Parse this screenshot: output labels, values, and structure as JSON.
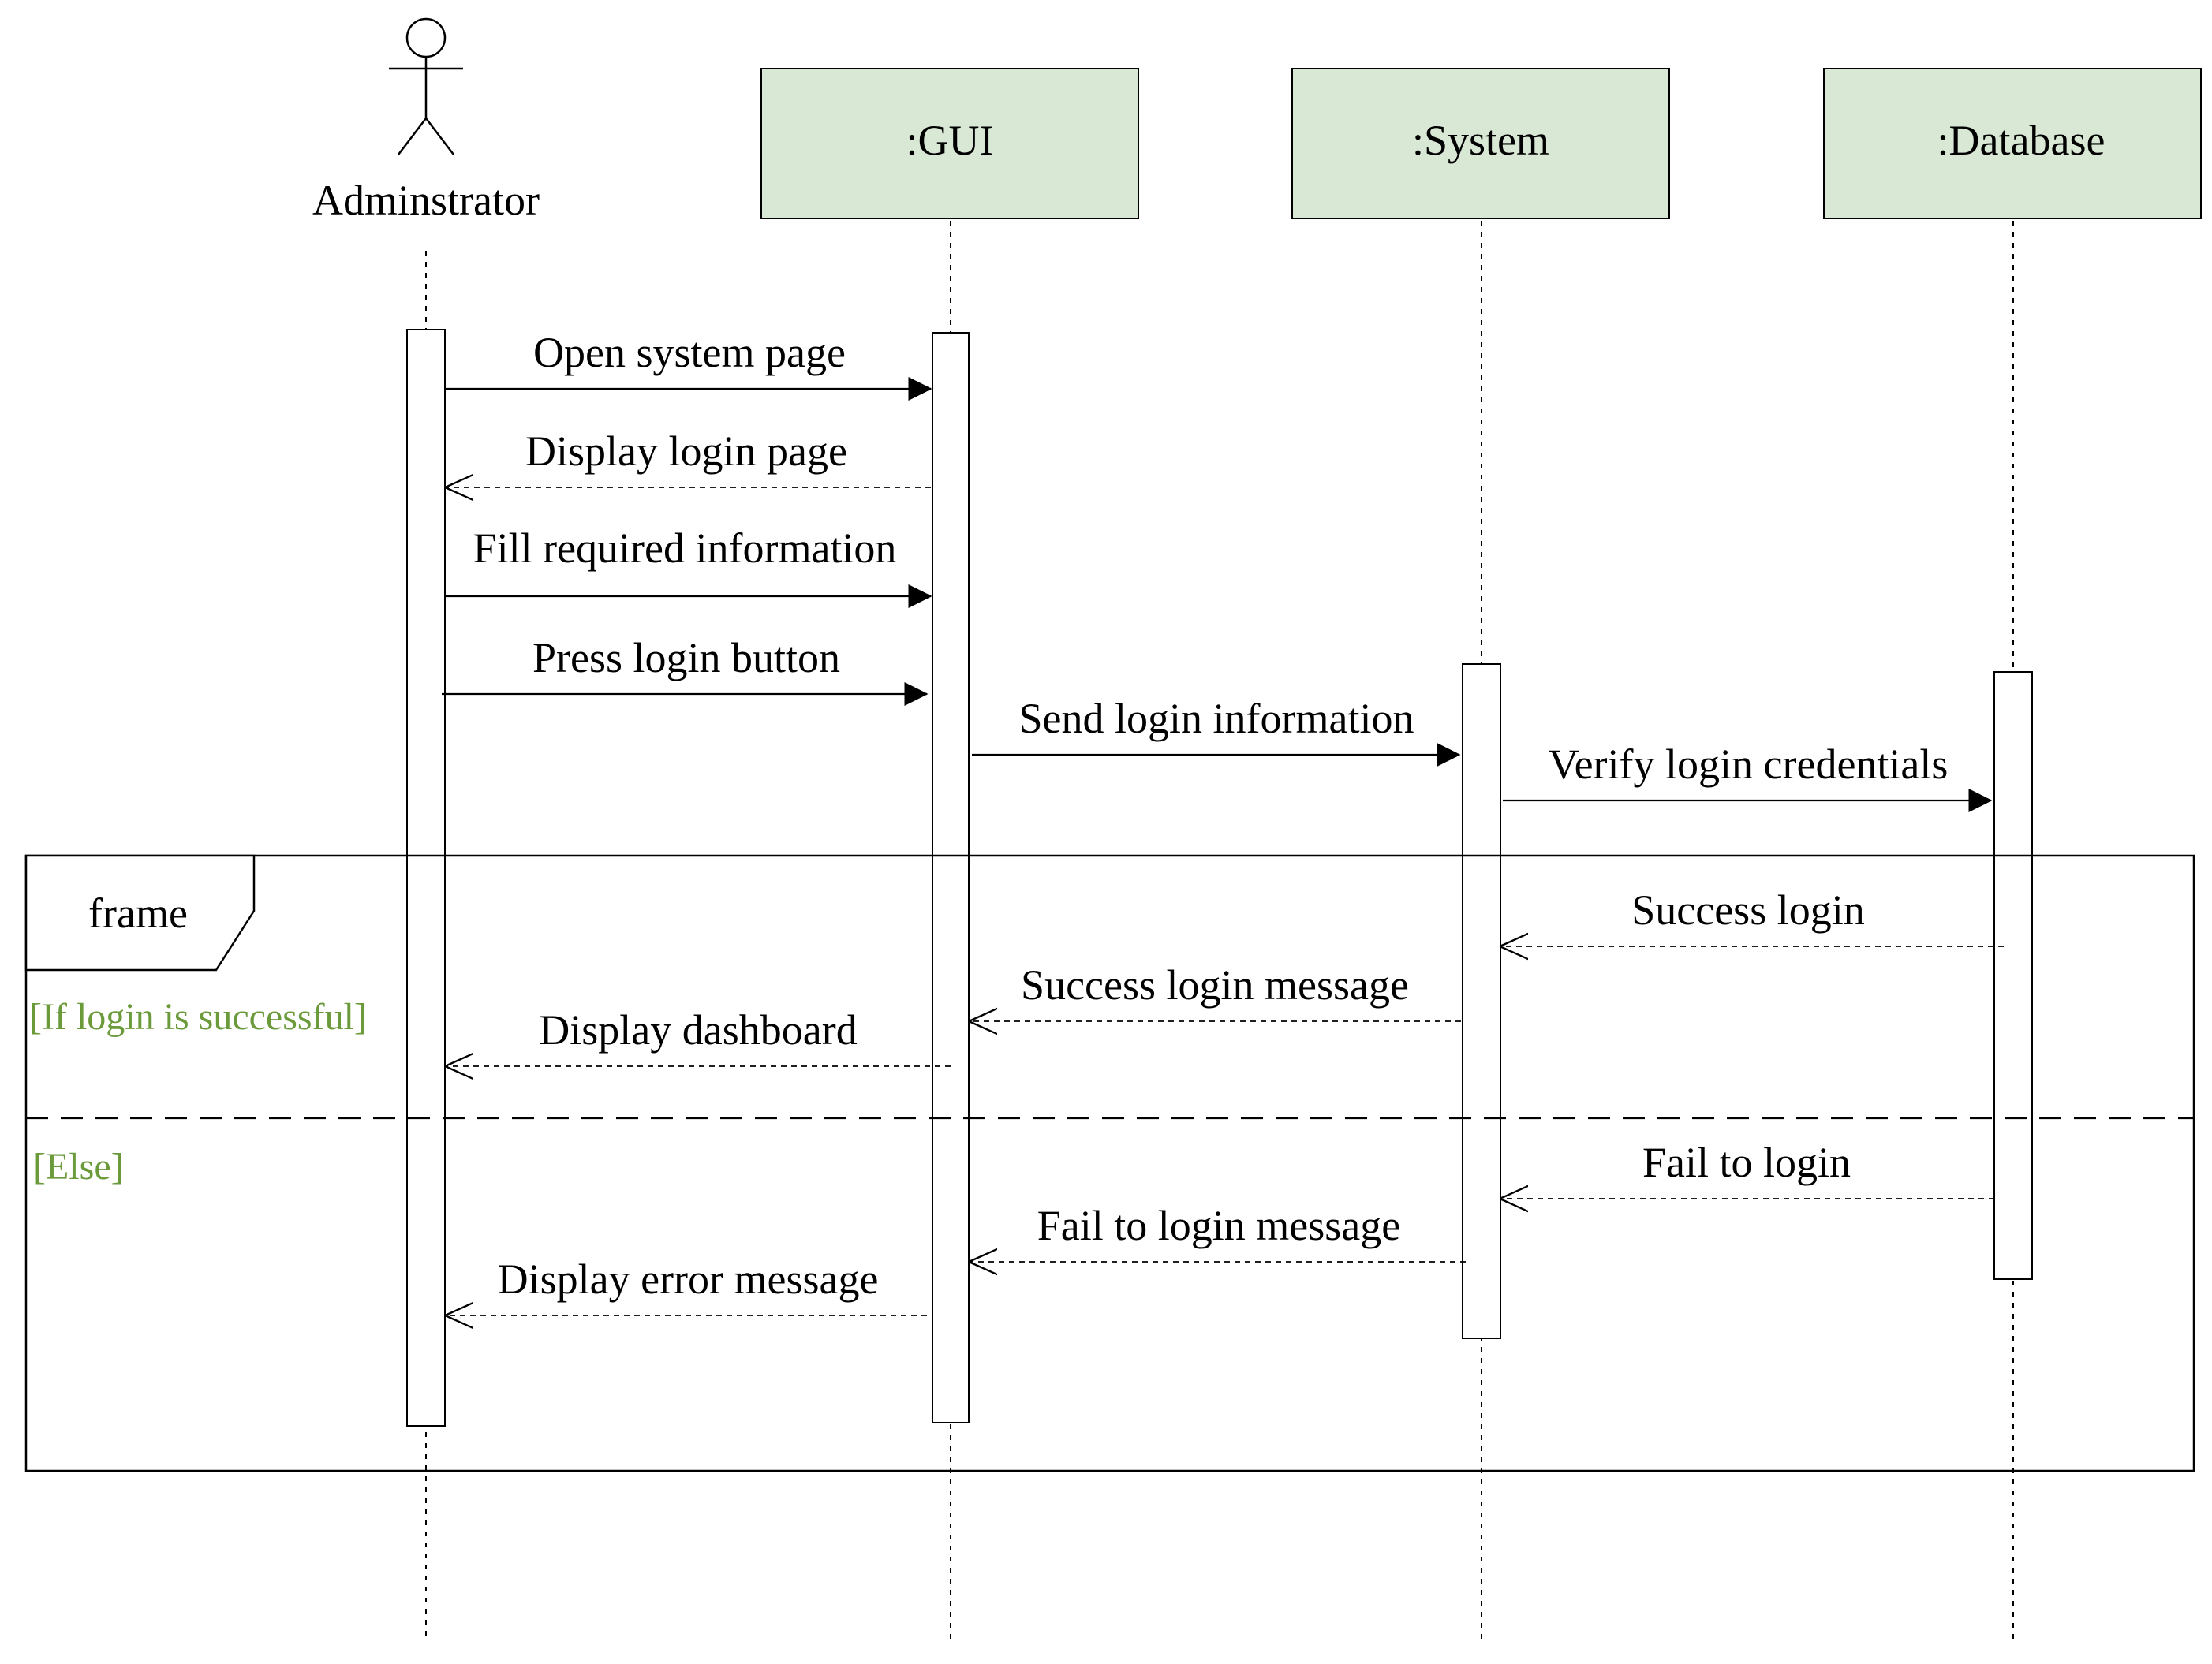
{
  "actor": {
    "label": "Adminstrator"
  },
  "lifelines": [
    {
      "id": "gui",
      "label": ":GUI"
    },
    {
      "id": "system",
      "label": ":System"
    },
    {
      "id": "database",
      "label": ":Database"
    }
  ],
  "messages": [
    {
      "id": "m1",
      "label": "Open system page",
      "kind": "sync"
    },
    {
      "id": "m2",
      "label": "Display login page",
      "kind": "return"
    },
    {
      "id": "m3",
      "label": "Fill required information",
      "kind": "sync"
    },
    {
      "id": "m4",
      "label": "Press login button",
      "kind": "sync"
    },
    {
      "id": "m5",
      "label": "Send login information",
      "kind": "sync"
    },
    {
      "id": "m6",
      "label": "Verify login credentials",
      "kind": "sync"
    },
    {
      "id": "m7",
      "label": "Success login",
      "kind": "return"
    },
    {
      "id": "m8",
      "label": "Success login message",
      "kind": "return"
    },
    {
      "id": "m9",
      "label": "Display dashboard",
      "kind": "return"
    },
    {
      "id": "m10",
      "label": "Fail to login",
      "kind": "return"
    },
    {
      "id": "m11",
      "label": "Fail to login message",
      "kind": "return"
    },
    {
      "id": "m12",
      "label": "Display error message",
      "kind": "return"
    }
  ],
  "frame": {
    "label": "frame",
    "guard_if": "[If login is successful]",
    "guard_else": "[Else]"
  },
  "colors": {
    "lifeline_head": "#d9e8d5",
    "guard_text": "#6a9a3a"
  }
}
